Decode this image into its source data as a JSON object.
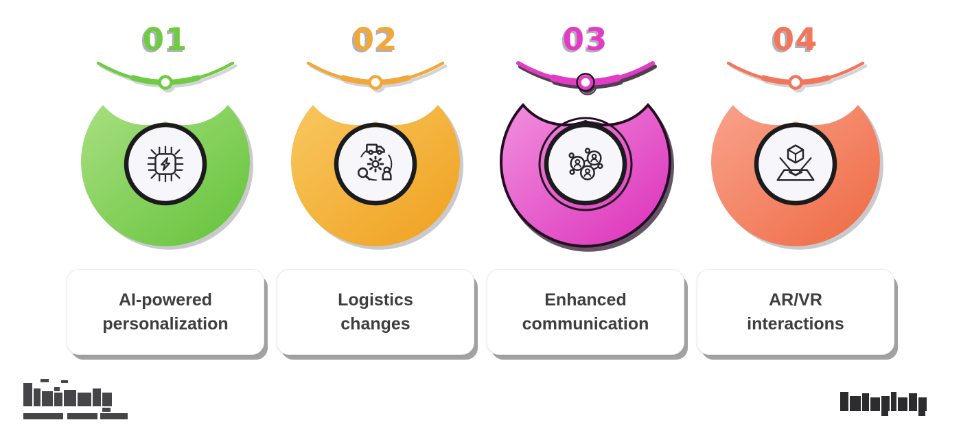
{
  "title": "E-commerce trends infographic",
  "background_color": "#ffffff",
  "items": [
    {
      "number": "01",
      "label": "AI-powered personalization",
      "label_lines": [
        "AI-powered",
        "personalization"
      ],
      "icon": "ai-chip-icon",
      "color": "#6fcb41",
      "gradient_start": "#a7df80",
      "gradient_end": "#63c239",
      "highlighted": false
    },
    {
      "number": "02",
      "label": "Logistics changes",
      "label_lines": [
        "Logistics",
        "changes"
      ],
      "icon": "logistics-cycle-icon",
      "color": "#f1a838",
      "gradient_start": "#f8c75f",
      "gradient_end": "#efa01e",
      "highlighted": false
    },
    {
      "number": "03",
      "label": "Enhanced communication",
      "label_lines": [
        "Enhanced",
        "communication"
      ],
      "icon": "people-network-icon",
      "color": "#e23cc4",
      "gradient_start": "#f18fde",
      "gradient_end": "#db2fb9",
      "highlighted": true
    },
    {
      "number": "04",
      "label": "AR/VR interactions",
      "label_lines": [
        "AR/VR",
        "interactions"
      ],
      "icon": "ar-hologram-icon",
      "color": "#f3765a",
      "gradient_start": "#f9a28b",
      "gradient_end": "#ee6942",
      "highlighted": false
    }
  ],
  "watermarks": {
    "left": "pixelated-logo",
    "right": "pixelated-logo"
  }
}
